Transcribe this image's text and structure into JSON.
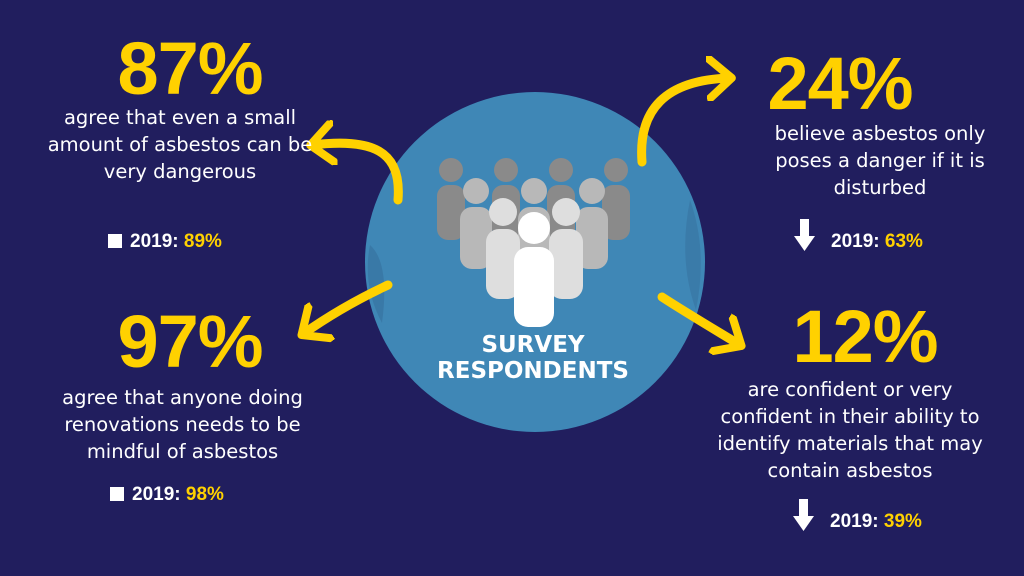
{
  "center": {
    "line1": "SURVEY",
    "line2": "RESPONDENTS"
  },
  "stats": {
    "top_left": {
      "percent": "87%",
      "text": "agree that even a small amount of asbestos can be very dangerous",
      "year": "2019:",
      "prior": "89%"
    },
    "bottom_left": {
      "percent": "97%",
      "text": "agree that anyone doing renovations needs to be mindful of asbestos",
      "year": "2019:",
      "prior": "98%"
    },
    "top_right": {
      "percent": "24%",
      "text": "believe asbestos only poses a danger if it is disturbed",
      "year": "2019:",
      "prior": "63%"
    },
    "bottom_right": {
      "percent": "12%",
      "text": "are confident or very confident in their ability to identify materials that may contain asbestos",
      "year": "2019:",
      "prior": "39%"
    }
  },
  "colors": {
    "background": "#211e5e",
    "circle": "#3f87b6",
    "accent": "#ffd100",
    "text": "#ffffff"
  }
}
